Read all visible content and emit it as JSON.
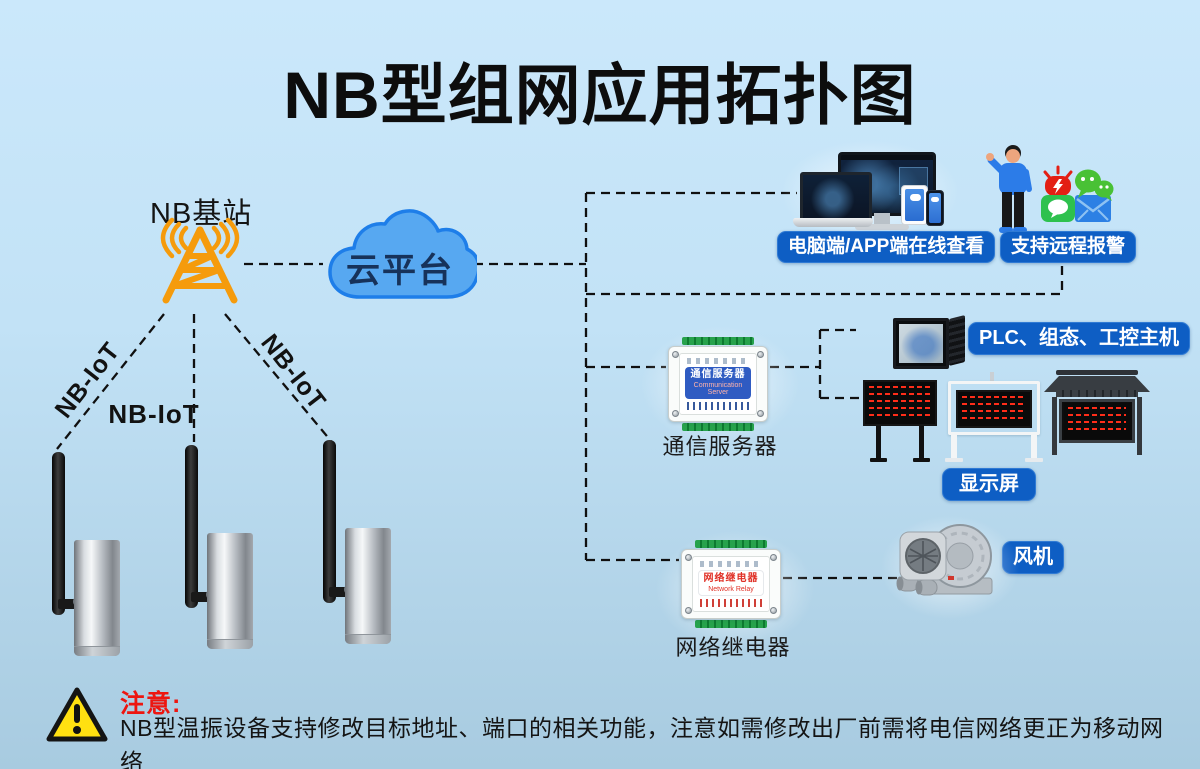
{
  "title": "NB型组网应用拓扑图",
  "palette": {
    "bg_top": "#cbe8fb",
    "bg_bottom": "#a8cbe0",
    "accent_blue": "#0e5ec4",
    "tower_orange": "#f59b0c",
    "cloud_fill": "#57a8f1",
    "cloud_stroke": "#1e7ee9",
    "cloud_text": "#17325a",
    "line_color": "#111111",
    "warning_red": "#ed1610",
    "warning_yellow": "#ffe011",
    "led_red": "#ff2d19"
  },
  "base_station": {
    "label": "NB基站"
  },
  "cloud": {
    "label": "云平台"
  },
  "nbiot_links": {
    "left": "NB-IoT",
    "middle": "NB-IoT",
    "right": "NB-IoT"
  },
  "tags": {
    "online_view": "电脑端/APP端在线查看",
    "remote_alarm": "支持远程报警",
    "plc_host": "PLC、组态、工控主机",
    "display_screen": "显示屏",
    "fan": "风机"
  },
  "devices": {
    "comm_server": {
      "caption": "通信服务器",
      "band_cn": "通信服务器",
      "band_en": "Communication Server"
    },
    "network_relay": {
      "caption": "网络继电器",
      "band_cn": "网络继电器",
      "band_en": "Network Relay"
    }
  },
  "warning": {
    "title": "注意:",
    "text": "NB型温振设备支持修改目标地址、端口的相关功能，注意如需修改出厂前需将电信网络更正为移动网络"
  }
}
